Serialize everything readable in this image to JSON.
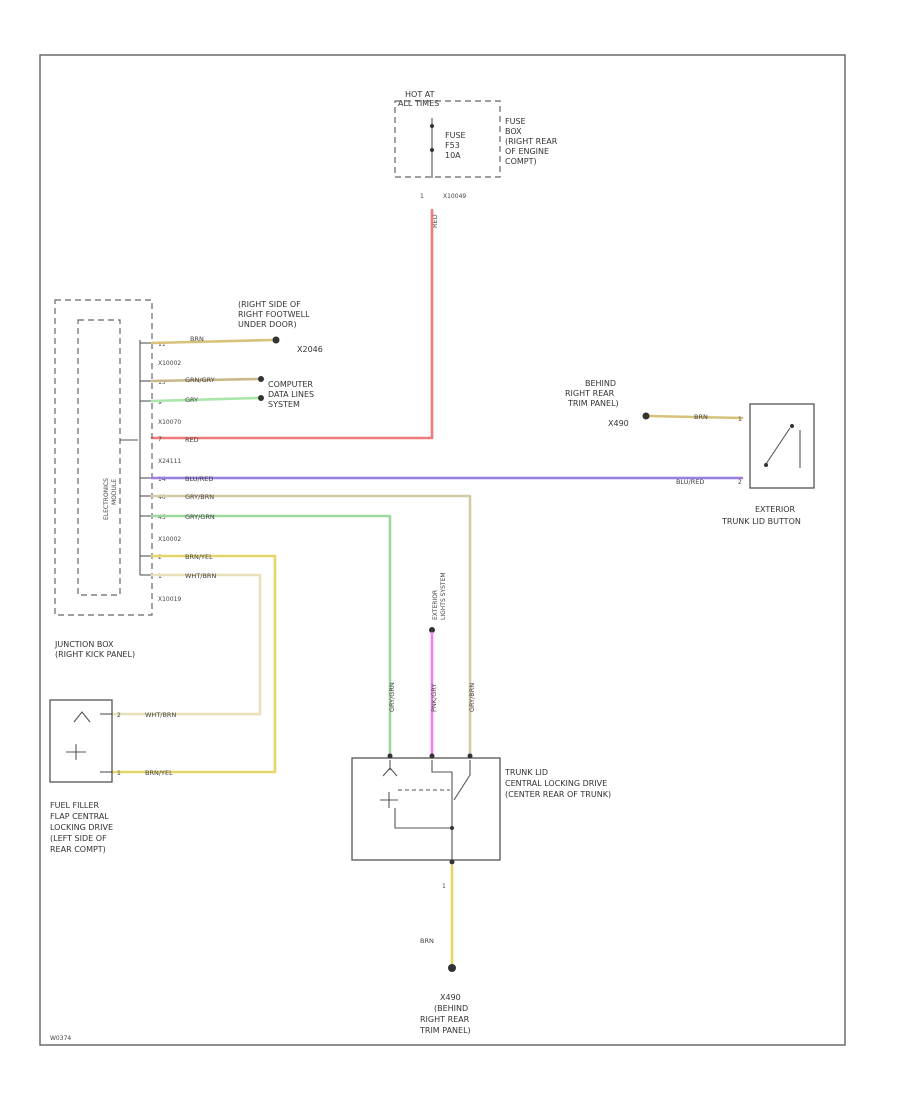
{
  "colors": {
    "red": "#f07a7a",
    "violet": "#9a7fe0",
    "yellow": "#e6d66a",
    "yellow_brown": "#d8c27a",
    "tan": "#d6c9a8",
    "green": "#9fd89f",
    "light_green": "#a9e6a9",
    "pink": "#ee82ee",
    "frame": "#555555"
  },
  "fuse_box": {
    "hot_at_line1": "HOT AT",
    "hot_at_line2": "ALL TIMES",
    "fuse_line1": "FUSE",
    "fuse_line2": "F53",
    "fuse_line3": "10A",
    "location": [
      "FUSE",
      "BOX",
      "(RIGHT REAR",
      "OF ENGINE",
      "COMPT)"
    ],
    "connector": "X10049",
    "pin": "1",
    "wire": "RED"
  },
  "junction_box": {
    "inner_label": [
      "ELECTRONICS",
      "MODULE"
    ],
    "caption": [
      "JUNCTION BOX",
      "(RIGHT KICK PANEL)"
    ],
    "pins": [
      {
        "pin": "11",
        "wire": "BRN"
      },
      {
        "pin": "13",
        "wire": "GRN/GRY"
      },
      {
        "pin": "9",
        "wire": "GRY"
      },
      {
        "pin": "7",
        "wire": "RED"
      },
      {
        "pin": "14",
        "wire": "BLU/RED"
      },
      {
        "pin": "40",
        "wire": "GRY/BRN"
      },
      {
        "pin": "45",
        "wire": "GRY/GRN"
      },
      {
        "pin": "2",
        "wire": "BRN/YEL"
      },
      {
        "pin": "1",
        "wire": "WHT/BRN"
      }
    ],
    "connectors": [
      "X10002",
      "X10070",
      "X24111",
      "X10002",
      "X10019"
    ]
  },
  "ground_upper": [
    "(RIGHT SIDE OF",
    "RIGHT FOOTWELL",
    "UNDER DOOR)",
    "X2046"
  ],
  "data_lines": [
    "COMPUTER",
    "DATA LINES",
    "SYSTEM"
  ],
  "trunk_button": {
    "ground": [
      "BEHIND",
      "RIGHT REAR",
      "TRIM PANEL)",
      "X490"
    ],
    "wire_top": "BRN",
    "wire_bottom": "BLU/RED",
    "pin_top": "1",
    "pin_bottom": "2",
    "caption": [
      "EXTERIOR",
      "TRUNK LID BUTTON"
    ]
  },
  "exterior_lights": [
    "EXTERIOR",
    "LIGHTS SYSTEM"
  ],
  "trunk_drive": {
    "wires": [
      "GRY/GRN",
      "PNK/GRY",
      "GRY/BRN"
    ],
    "caption": [
      "TRUNK LID",
      "CENTRAL LOCKING DRIVE",
      "(CENTER REAR OF TRUNK)"
    ],
    "bottom_pin": "1",
    "bottom_wire": "BRN",
    "ground": [
      "X490",
      "(BEHIND",
      "RIGHT REAR",
      "TRIM PANEL)"
    ]
  },
  "fuel_flap": {
    "wire_top": "WHT/BRN",
    "wire_bottom": "BRN/YEL",
    "pin_top": "2",
    "pin_bottom": "1",
    "caption": [
      "FUEL FILLER",
      "FLAP CENTRAL",
      "LOCKING DRIVE",
      "(LEFT SIDE OF",
      "REAR COMPT)"
    ]
  },
  "footer_code": "W0374"
}
